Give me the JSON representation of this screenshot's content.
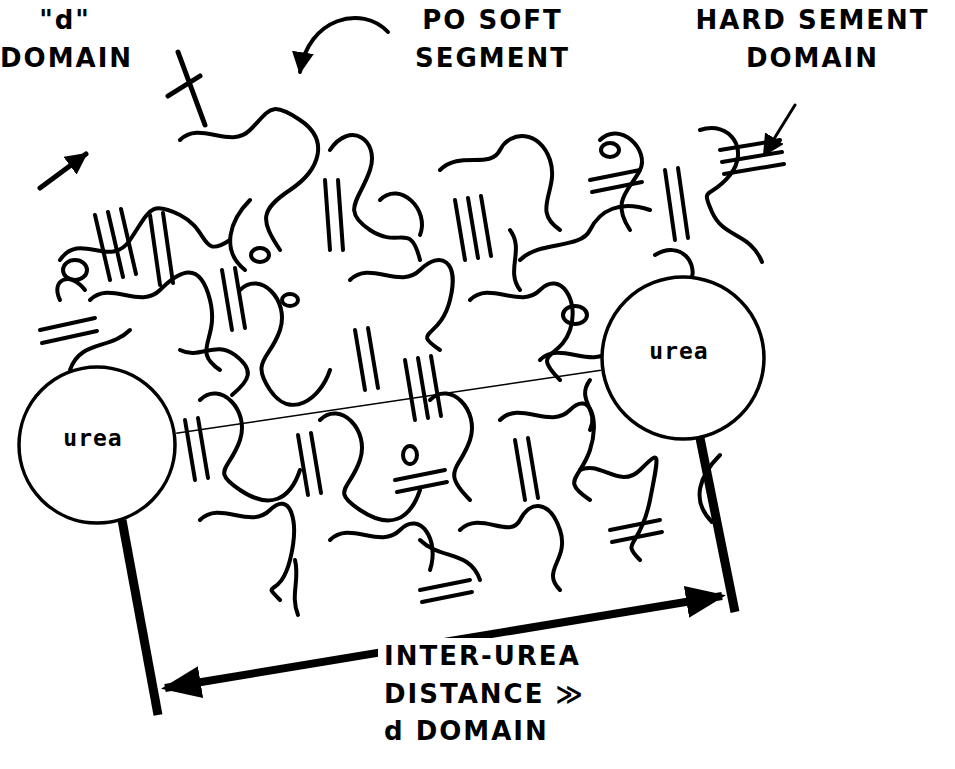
{
  "diagram": {
    "nodes": [
      {
        "text": [
          "urea"
        ]
      },
      {
        "text": [
          "urea"
        ]
      }
    ],
    "edges": [
      {
        "from": 0,
        "to": 1,
        "arrow": "none"
      }
    ],
    "labels": [
      "\"d\" DOMAIN",
      "PO SOFT SEGMENT",
      "HARD SEMENT DOMAIN",
      "INTER-UREA DISTANCE ≫ d DOMAIN"
    ]
  }
}
